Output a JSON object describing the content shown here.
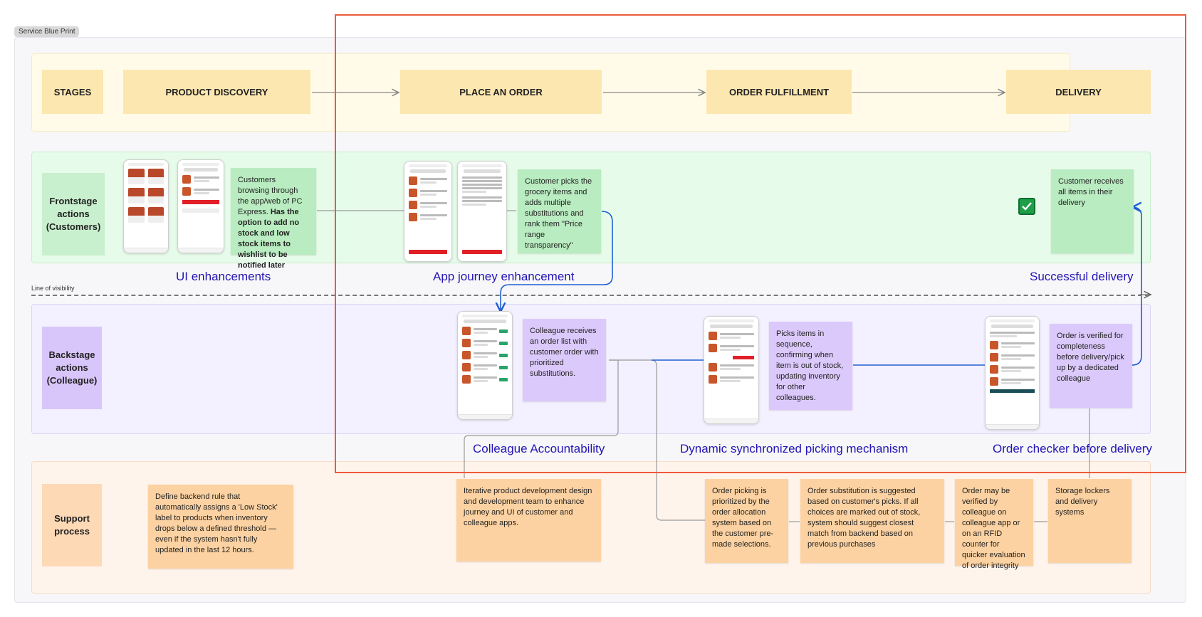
{
  "frame_tag": "Service Blue Print",
  "stages": {
    "label": "STAGES",
    "product_discovery": "PRODUCT DISCOVERY",
    "place_order": "PLACE AN ORDER",
    "order_fulfillment": "ORDER FULFILLMENT",
    "delivery": "DELIVERY"
  },
  "rows": {
    "frontstage": "Frontstage actions (Customers)",
    "backstage": "Backstage actions (Colleague)",
    "support": "Support process"
  },
  "line_of_visibility": "Line of visibility",
  "frontstage": {
    "note_discovery_plain": "Customers browsing through the app/web of PC Express. ",
    "note_discovery_bold": "Has the option to add no stock and low stock items to wishlist to be notified later",
    "note_order": "Customer picks the grocery items and adds multiple substitutions and rank them \"Price range transparency\"",
    "note_delivery": "Customer receives all items in their delivery"
  },
  "backstage": {
    "note_list": "Colleague receives an order list with customer order with prioritized substitutions.",
    "note_picks": "Picks items in sequence, confirming when item is out of stock, updating inventory for other colleagues.",
    "note_verify": "Order is verified for completeness before delivery/pick up by a dedicated colleague"
  },
  "support": {
    "note_low_stock": "Define backend rule that automatically assigns a 'Low Stock' label to products when inventory drops below a defined threshold — even if the system hasn't fully updated in the last 12 hours.",
    "note_iterative": "Iterative product development design and development team to enhance journey and UI of customer and colleague apps.",
    "note_prioritized": "Order picking is prioritized by the order allocation system based on the customer pre-made selections.",
    "note_substitution": "Order substitution is suggested based on customer's picks. If all choices are marked out of stock, system should suggest closest match from backend based on previous purchases",
    "note_rfid": "Order may be verified by colleague on colleague app or on an RFID counter for quicker evaluation of order integrity",
    "note_lockers": "Storage lockers and delivery systems"
  },
  "headlines": {
    "ui": "UI enhancements",
    "app_journey": "App journey enhancement",
    "successful": "Successful delivery",
    "accountability": "Colleague Accountability",
    "dynamic": "Dynamic synchronized picking mechanism",
    "checker": "Order checker before delivery"
  },
  "colors": {
    "headline": "#2315b3",
    "highlight_border": "#ee5a3c",
    "connector_blue": "#1f5fd1",
    "connector_gray": "#9a9a9a"
  },
  "icons": {
    "checkmark": "checkbox-check-icon"
  }
}
